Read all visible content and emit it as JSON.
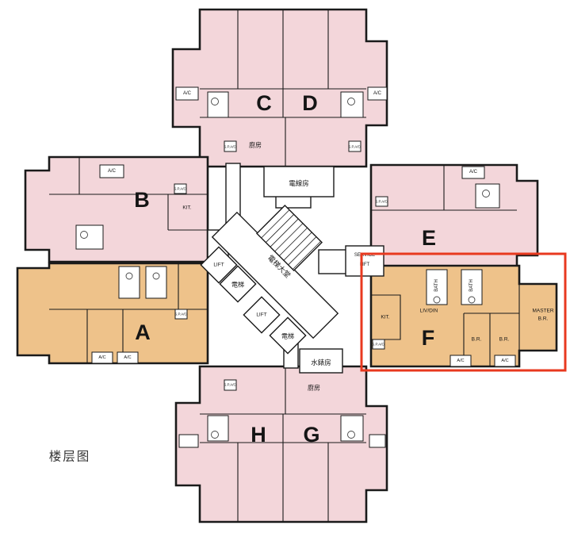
{
  "title": "楼层图",
  "colors": {
    "pink": "#f3d6da",
    "orange": "#eec28a",
    "wall": "#1a1a1a",
    "highlight": "#e8391f"
  },
  "units": {
    "a": "A",
    "b": "B",
    "c": "C",
    "d": "D",
    "e": "E",
    "f": "F",
    "g": "G",
    "h": "H"
  },
  "core": {
    "electrical_room": "電線房",
    "lobby": "電梯大堂",
    "lift_en": "LIFT",
    "lift_cn": "電梯",
    "service_lift_l1": "SERVICE",
    "service_lift_l2": "LIFT",
    "water_meter_room": "水錶房"
  },
  "rooms": {
    "ac": "A/C",
    "sp_ac": "S.P.A/C",
    "kit": "KIT.",
    "kitchen_cn": "廚房",
    "bath": "BATH",
    "liv_din": "LIV/DIN",
    "br": "B.R.",
    "master_l1": "MASTER",
    "master_l2": "B.R."
  }
}
